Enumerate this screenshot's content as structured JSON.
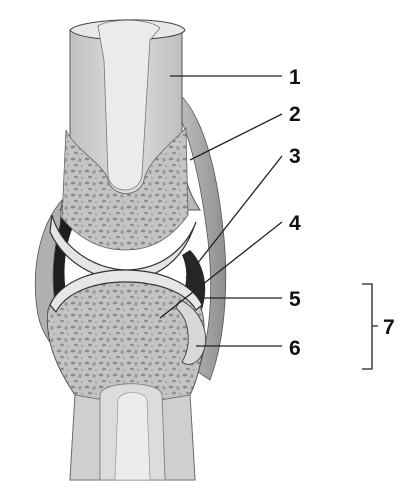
{
  "labels": {
    "l1": "1",
    "l2": "2",
    "l3": "3",
    "l4": "4",
    "l5": "5",
    "l6": "6",
    "l7": "7"
  },
  "colors": {
    "bone_shaft": "#d2d2d2",
    "spongy_bone": "#bcbcbc",
    "cartilage": "#e4e4e4",
    "cavity": "#1e1e1e",
    "capsule": "#a9a9a9",
    "marrow_cavity": "#ebebeb",
    "lines": "#222222"
  }
}
